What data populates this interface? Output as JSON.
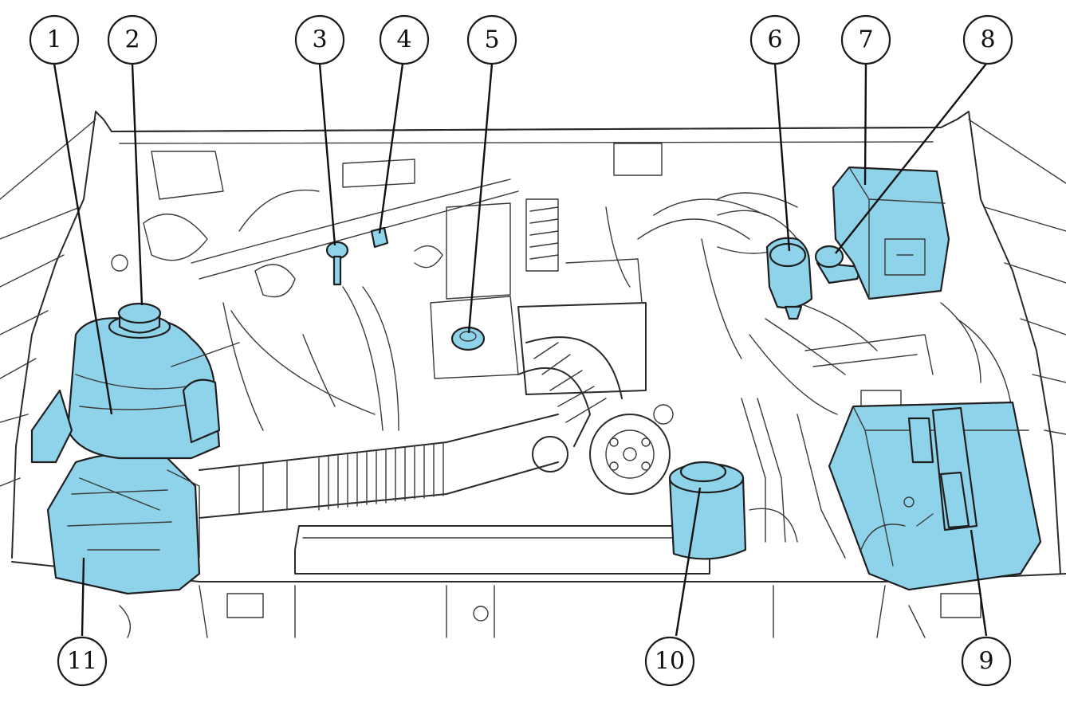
{
  "colors": {
    "highlight": "#8fd3ea",
    "ink": "#1f1f1f",
    "background": "#ffffff"
  },
  "callouts": [
    {
      "label": "1",
      "part": "coolant-reservoir"
    },
    {
      "label": "2",
      "part": "coolant-reservoir-cap"
    },
    {
      "label": "3",
      "part": "engine-oil-dipstick"
    },
    {
      "label": "4",
      "part": "transmission-dipstick"
    },
    {
      "label": "5",
      "part": "oil-filler-cap"
    },
    {
      "label": "6",
      "part": "brake-fluid-reservoir"
    },
    {
      "label": "7",
      "part": "power-distribution-box"
    },
    {
      "label": "8",
      "part": "clutch-fluid-reservoir"
    },
    {
      "label": "9",
      "part": "battery"
    },
    {
      "label": "10",
      "part": "power-steering-reservoir"
    },
    {
      "label": "11",
      "part": "air-filter-assembly"
    }
  ]
}
